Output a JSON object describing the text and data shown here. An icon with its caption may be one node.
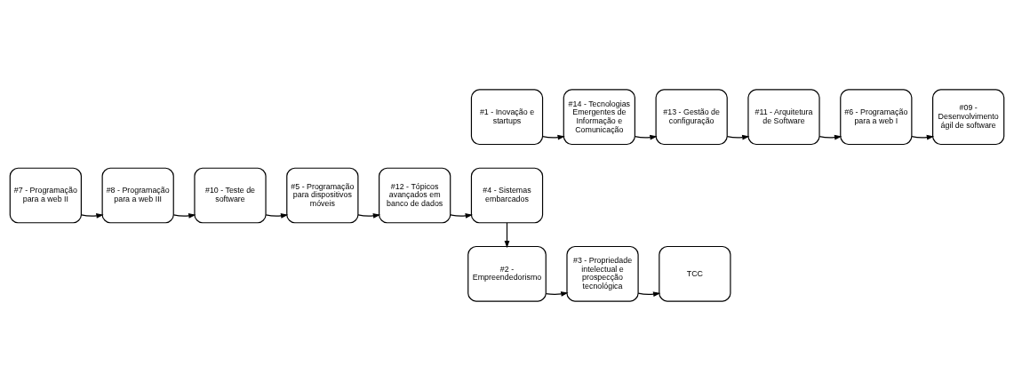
{
  "diagram": {
    "nodes": [
      {
        "text": [
          "#1 - Inovação e startups"
        ]
      },
      {
        "text": [
          "#14 - Tecnologias Emergentes de Informação e Comunicação"
        ]
      },
      {
        "text": [
          "#13 - Gestão de configuração"
        ]
      },
      {
        "text": [
          "#11 - Arquitetura de Software"
        ]
      },
      {
        "text": [
          "#6 - Programação para a web I"
        ]
      },
      {
        "text": [
          "#09 - Desenvolvimento ágil de software"
        ]
      },
      {
        "text": [
          "#4 - Sistemas embarcados"
        ]
      },
      {
        "text": [
          "#12 - Tópicos avançados em banco de dados"
        ]
      },
      {
        "text": [
          "#5 - Programação para dispositivos móveis"
        ]
      },
      {
        "text": [
          "#10 - Teste de software"
        ]
      },
      {
        "text": [
          "#8 - Programação para a web III"
        ]
      },
      {
        "text": [
          "#7 - Programação para a web II"
        ]
      },
      {
        "text": [
          "#2 - Empreendedorismo"
        ]
      },
      {
        "text": [
          "#3 - Propriedade intelectual e prospecção tecnológica"
        ]
      },
      {
        "text": [
          "TCC"
        ]
      }
    ],
    "edges": [
      {
        "from": 0,
        "to": 1,
        "arrow": "to"
      },
      {
        "from": 1,
        "to": 2,
        "arrow": "to"
      },
      {
        "from": 2,
        "to": 3,
        "arrow": "to"
      },
      {
        "from": 3,
        "to": 4,
        "arrow": "to"
      },
      {
        "from": 4,
        "to": 5,
        "arrow": "to"
      },
      {
        "from": 11,
        "to": 10,
        "arrow": "to"
      },
      {
        "from": 10,
        "to": 9,
        "arrow": "to"
      },
      {
        "from": 9,
        "to": 8,
        "arrow": "to"
      },
      {
        "from": 8,
        "to": 7,
        "arrow": "to"
      },
      {
        "from": 7,
        "to": 6,
        "arrow": "to"
      },
      {
        "from": 6,
        "to": 12,
        "arrow": "to"
      },
      {
        "from": 12,
        "to": 13,
        "arrow": "to"
      },
      {
        "from": 13,
        "to": 14,
        "arrow": "to"
      }
    ]
  }
}
